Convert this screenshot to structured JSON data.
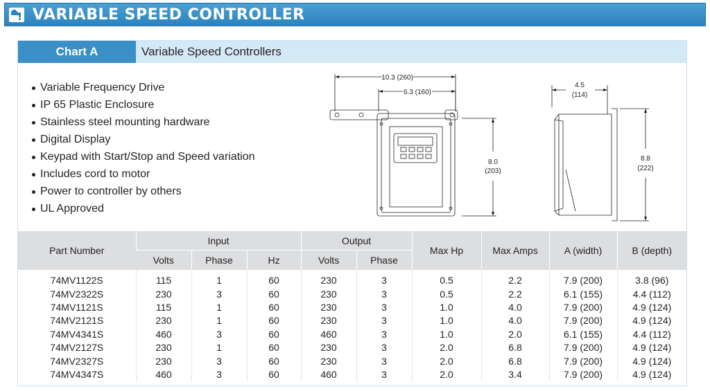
{
  "header": {
    "title": "VARIABLE SPEED CONTROLLER",
    "icon": "faucet-icon",
    "colors": {
      "banner": "#2c83be",
      "tab_dark": "#3a8fc7",
      "tab_light": "#d4e9f7"
    }
  },
  "chart": {
    "label": "Chart A",
    "title": "Variable Speed Controllers"
  },
  "features": [
    "Variable Frequency Drive",
    "IP 65 Plastic Enclosure",
    "Stainless steel mounting hardware",
    "Digital Display",
    "Keypad with Start/Stop and Speed variation",
    "Includes cord to motor",
    "Power to controller by others",
    "UL Approved"
  ],
  "front_view": {
    "overall_width": "10.3 (260)",
    "body_width": "6.3 (160)",
    "height_in": "8.0",
    "height_mm": "(203)"
  },
  "side_view": {
    "depth_in": "4.5",
    "depth_mm": "(114)",
    "height_in": "8.8",
    "height_mm": "(222)"
  },
  "table": {
    "headers": {
      "part_number": "Part Number",
      "input": "Input",
      "output": "Output",
      "max_hp": "Max Hp",
      "max_amps": "Max Amps",
      "a_width": "A (width)",
      "b_depth": "B (depth)",
      "volts": "Volts",
      "phase": "Phase",
      "hz": "Hz",
      "out_volts": "Volts",
      "out_phase": "Phase"
    },
    "rows": [
      [
        "74MV1122S",
        "115",
        "1",
        "60",
        "230",
        "3",
        "0.5",
        "2.2",
        "7.9 (200)",
        "3.8 (96)"
      ],
      [
        "74MV2322S",
        "230",
        "3",
        "60",
        "230",
        "3",
        "0.5",
        "2.2",
        "6.1 (155)",
        "4.4 (112)"
      ],
      [
        "74MV1121S",
        "115",
        "1",
        "60",
        "230",
        "3",
        "1.0",
        "4.0",
        "7.9 (200)",
        "4.9 (124)"
      ],
      [
        "74MV2121S",
        "230",
        "1",
        "60",
        "230",
        "3",
        "1.0",
        "4.0",
        "7.9 (200)",
        "4.9 (124)"
      ],
      [
        "74MV4341S",
        "460",
        "3",
        "60",
        "460",
        "3",
        "1.0",
        "2.0",
        "6.1 (155)",
        "4.4 (112)"
      ],
      [
        "74MV2127S",
        "230",
        "1",
        "60",
        "230",
        "3",
        "2.0",
        "6.8",
        "7.9 (200)",
        "4.9 (124)"
      ],
      [
        "74MV2327S",
        "230",
        "3",
        "60",
        "230",
        "3",
        "2.0",
        "6.8",
        "7.9 (200)",
        "4.9 (124)"
      ],
      [
        "74MV4347S",
        "460",
        "3",
        "60",
        "460",
        "3",
        "2.0",
        "3.4",
        "7.9 (200)",
        "4.9 (124)"
      ]
    ]
  }
}
